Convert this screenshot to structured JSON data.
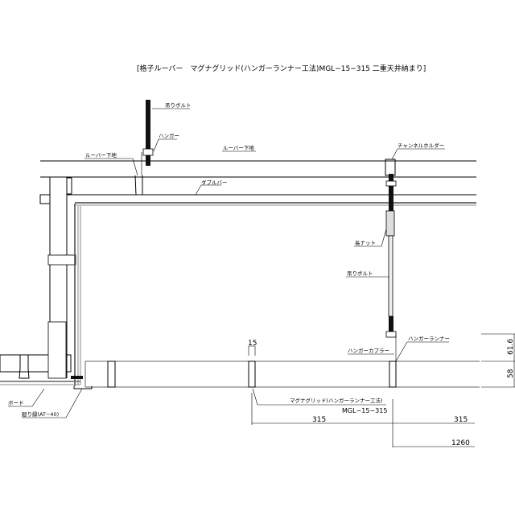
{
  "title": "[格子ルーバー　マグナグリッド(ハンガーランナー工法)MGL−15−315 二重天井納まり]",
  "labels": {
    "hanging_bolt_top": "吊りボルト",
    "hanger": "ハンガー",
    "louver_base_left": "ルーバー下地",
    "louver_base_right": "ルーバー下地",
    "double_bar": "ダブルバー",
    "channel_holder": "チャンネルホルダー",
    "long_nut": "長ナット",
    "hanging_bolt_mid": "吊りボルト",
    "hanger_runner": "ハンガーランナー",
    "hanger_coupler": "ハンガーカプラー",
    "board": "ボード",
    "edge_trim": "廻り縁(AT−40)",
    "product_name": "マグナグリッド(ハンガーランナー工法)",
    "product_code": "MGL−15−315"
  },
  "dimensions": {
    "fin_width": "15",
    "height_upper": "61.6",
    "height_fin": "58",
    "pitch_left": "315",
    "pitch_right": "315",
    "total": "1260"
  },
  "colors": {
    "line": "#000000",
    "fill_gray": "#888888"
  }
}
